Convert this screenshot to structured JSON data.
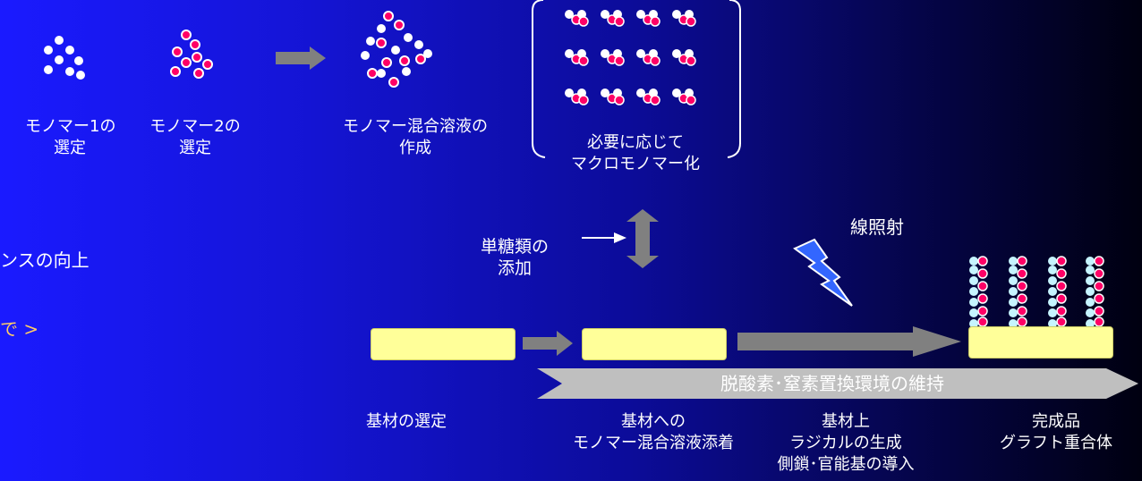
{
  "steps": {
    "monomer1": [
      "モノマー1の",
      "選定"
    ],
    "monomer2": [
      "モノマー2の",
      "選定"
    ],
    "mixture": [
      "モノマー混合溶液の",
      "作成"
    ],
    "macromonomer": [
      "必要に応じて",
      "マクロモノマー化"
    ]
  },
  "left_partial": {
    "line1": "ンスの向上",
    "line2": "で >"
  },
  "monosaccharide": [
    "単糖類の",
    "添加"
  ],
  "irradiation": "線照射",
  "band_text": "脱酸素･窒素置換環境の維持",
  "bottom_labels": {
    "substrate_selection": "基材の選定",
    "coating": [
      "基材への",
      "モノマー混合溶液添着"
    ],
    "radical": [
      "基材上",
      "ラジカルの生成",
      "側鎖･官能基の導入"
    ],
    "product": [
      "完成品",
      "グラフト重合体"
    ]
  },
  "colors": {
    "background": "#1a1aff",
    "monomer1": "#ffffff",
    "monomer2": "#ff0066",
    "substrate": "#ffff99",
    "arrow": "#808080",
    "band": "#bfbfbf",
    "side_chain_light": "#c6f4ff",
    "lightning": "#3366ff",
    "orange_text": "#ffcc66"
  }
}
